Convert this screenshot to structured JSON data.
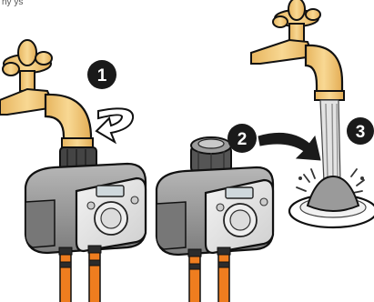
{
  "caption": "ny ys",
  "steps": [
    {
      "number": "1"
    },
    {
      "number": "2"
    },
    {
      "number": "3"
    }
  ],
  "colors": {
    "faucet_brass": "#f2c77d",
    "housing_gray": "#9a9a9a",
    "hose_orange": "#ef7d1f",
    "step_badge": "#1a1a1a",
    "water": "#b9b9b9"
  },
  "icons": [
    "faucet-icon",
    "rotate-arrow-icon",
    "curved-arrow-icon",
    "water-timer-icon",
    "filter-cone-icon"
  ]
}
